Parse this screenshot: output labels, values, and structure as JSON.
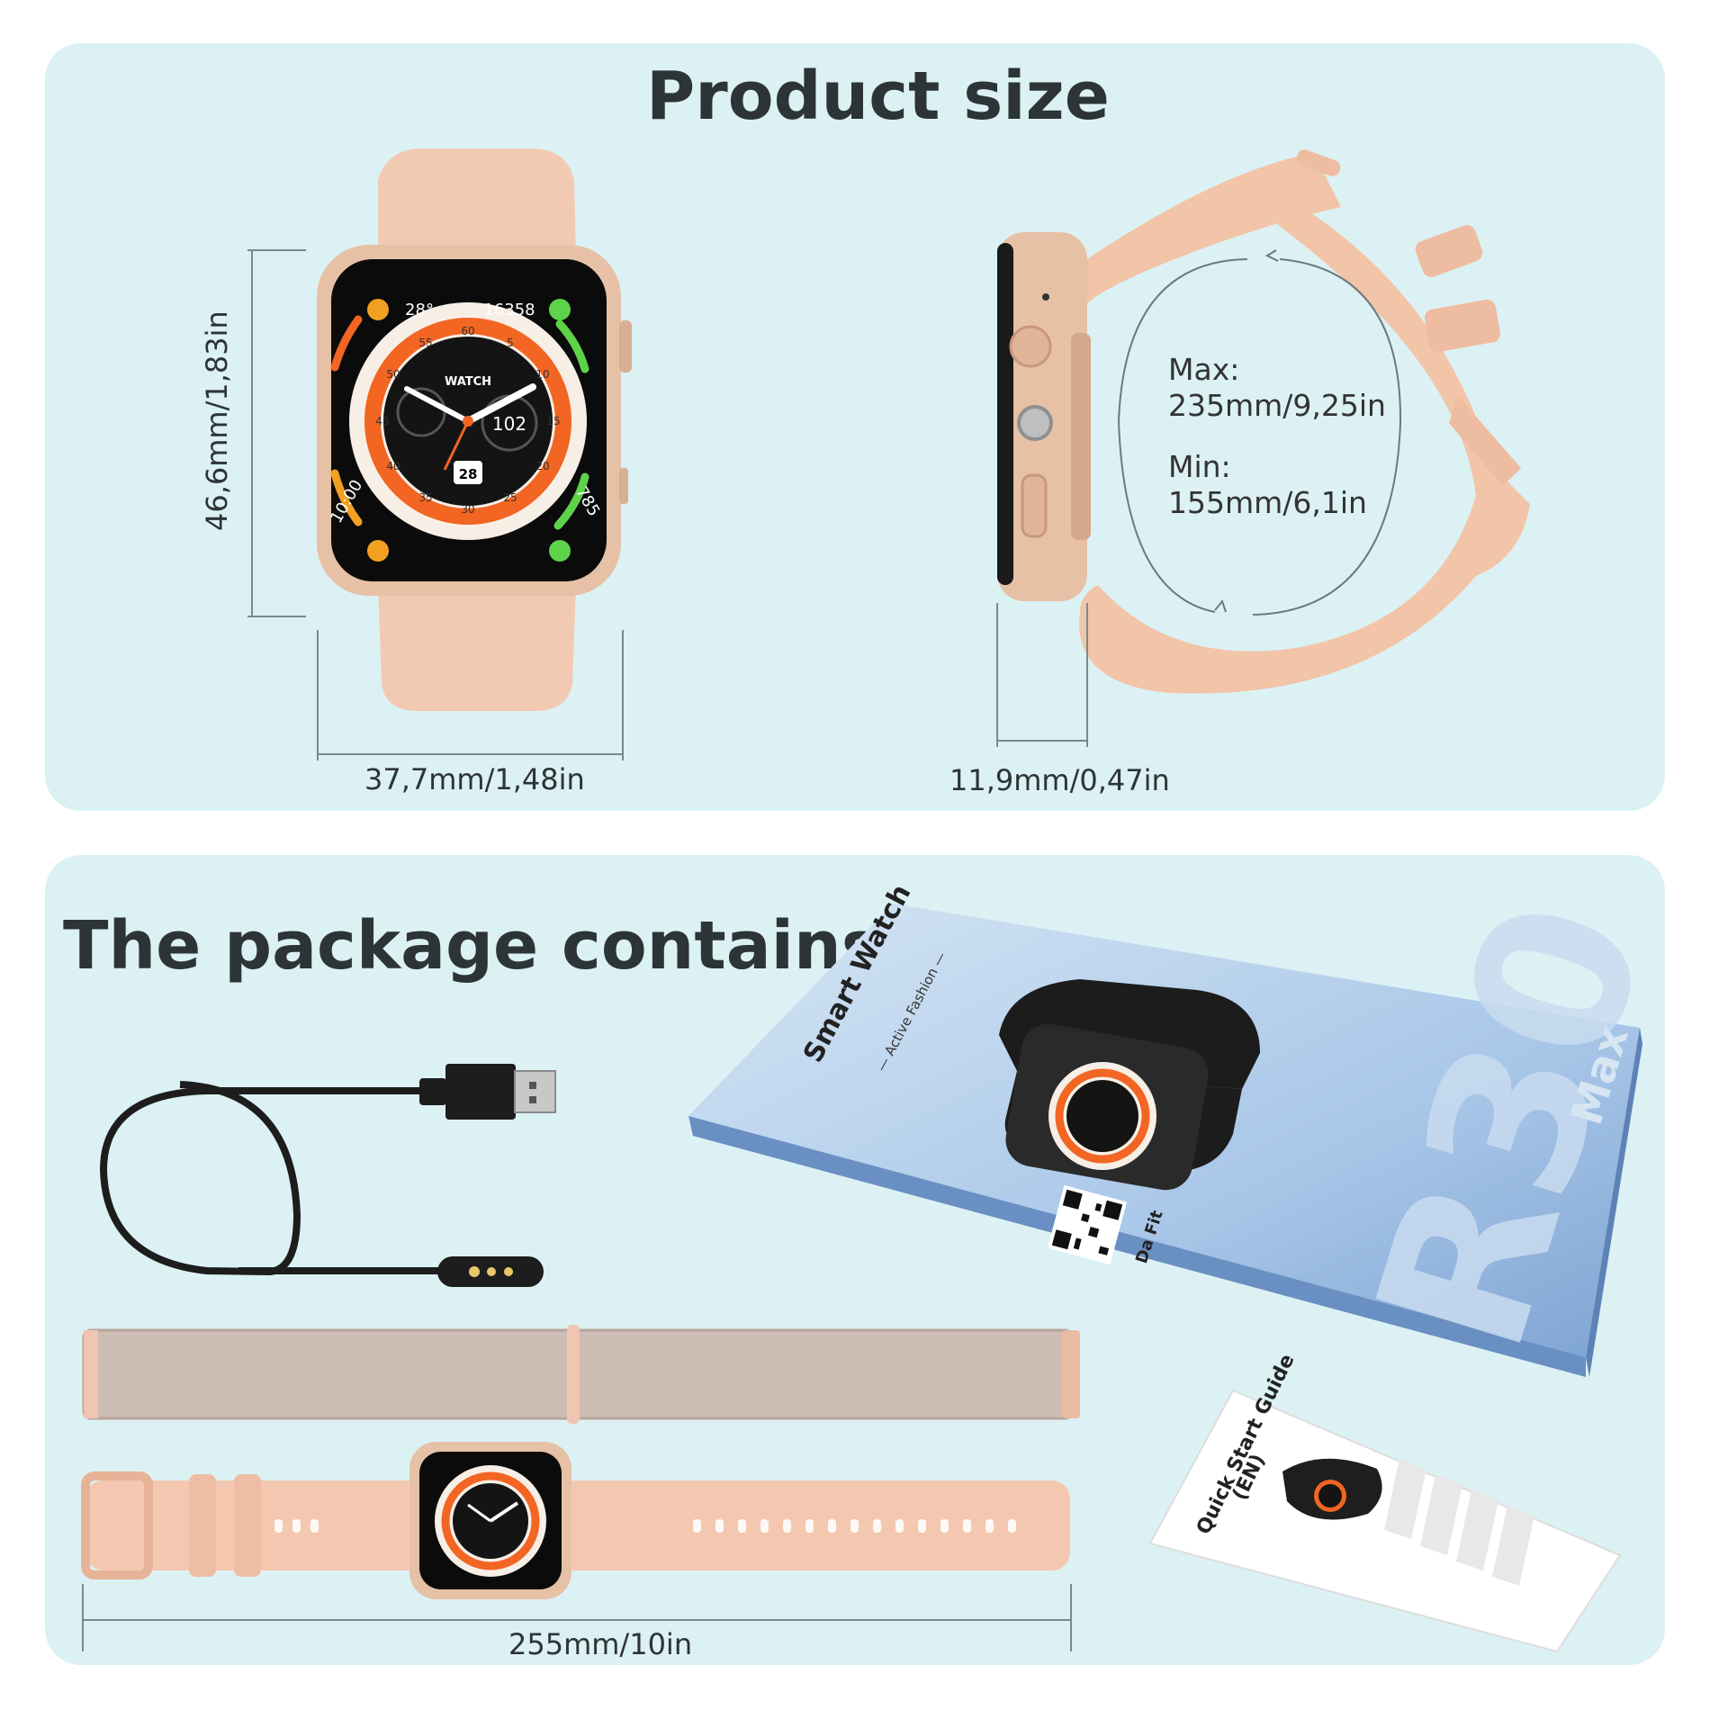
{
  "product_size": {
    "title": "Product size",
    "height_label": "46,6mm/1,83in",
    "width_label": "37,7mm/1,48in",
    "thickness_label": "11,9mm/0,47in",
    "max_label": "Max:",
    "max_value": "235mm/9,25in",
    "min_label": "Min:",
    "min_value": "155mm/6,1in"
  },
  "watch_face": {
    "temp": "28°",
    "steps": "16358",
    "brand": "WATCH",
    "heart": "102",
    "date": "28",
    "time": "10:00",
    "calories": "785",
    "dial_numbers": [
      "60",
      "5",
      "10",
      "15",
      "20",
      "25",
      "30",
      "35",
      "40",
      "45",
      "50",
      "55"
    ]
  },
  "package": {
    "title": "The package contains",
    "band_length_label": "255mm/10in",
    "box_brand": "Smart Watch",
    "box_tagline": "— Active Fashion —",
    "box_model": "R30",
    "box_model_suffix": "Max",
    "box_app": "Da Fit",
    "guide_title": "Quick Start Guide",
    "guide_lang": "(EN)"
  },
  "colors": {
    "panel": "#dcf1f4",
    "band": "#f4c8b0",
    "gold": "#e6c1a6",
    "orange": "#f26522",
    "text": "#2d3436"
  }
}
